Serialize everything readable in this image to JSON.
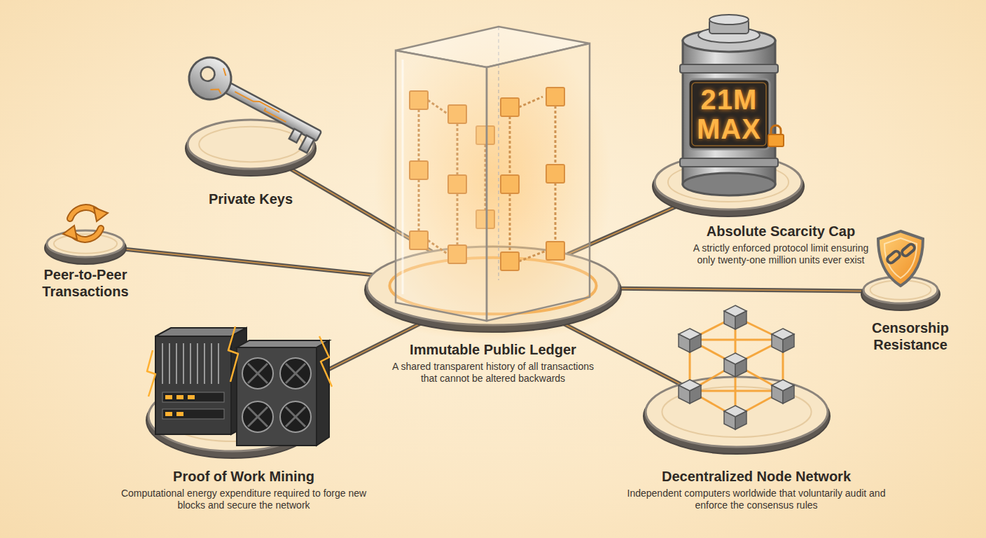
{
  "diagram": {
    "nodes": [
      {
        "text": [
          "Private Keys"
        ]
      },
      {
        "text": [
          "Absolute Scarcity Cap",
          "A strictly enforced protocol limit ensuring only twenty-one million units ever exist"
        ]
      },
      {
        "text": [
          "Peer-to-Peer Transactions"
        ]
      },
      {
        "text": [
          "Immutable Public Ledger",
          "A shared transparent history of all transactions that cannot be altered backwards"
        ]
      },
      {
        "text": [
          "Censorship Resistance"
        ]
      },
      {
        "text": [
          "Proof of Work Mining",
          "Computational energy expenditure required to forge new blocks and secure the network"
        ]
      },
      {
        "text": [
          "Decentralized Node Network",
          "Independent computers worldwide that voluntarily audit and enforce the consensus rules"
        ]
      }
    ],
    "edges": [
      {
        "from": 0,
        "to": 3,
        "arrow": "none"
      },
      {
        "from": 1,
        "to": 3,
        "arrow": "none"
      },
      {
        "from": 2,
        "to": 3,
        "arrow": "none"
      },
      {
        "from": 4,
        "to": 3,
        "arrow": "none"
      },
      {
        "from": 5,
        "to": 3,
        "arrow": "none"
      },
      {
        "from": 6,
        "to": 3,
        "arrow": "none"
      }
    ],
    "labels": [
      "21M MAX"
    ]
  }
}
